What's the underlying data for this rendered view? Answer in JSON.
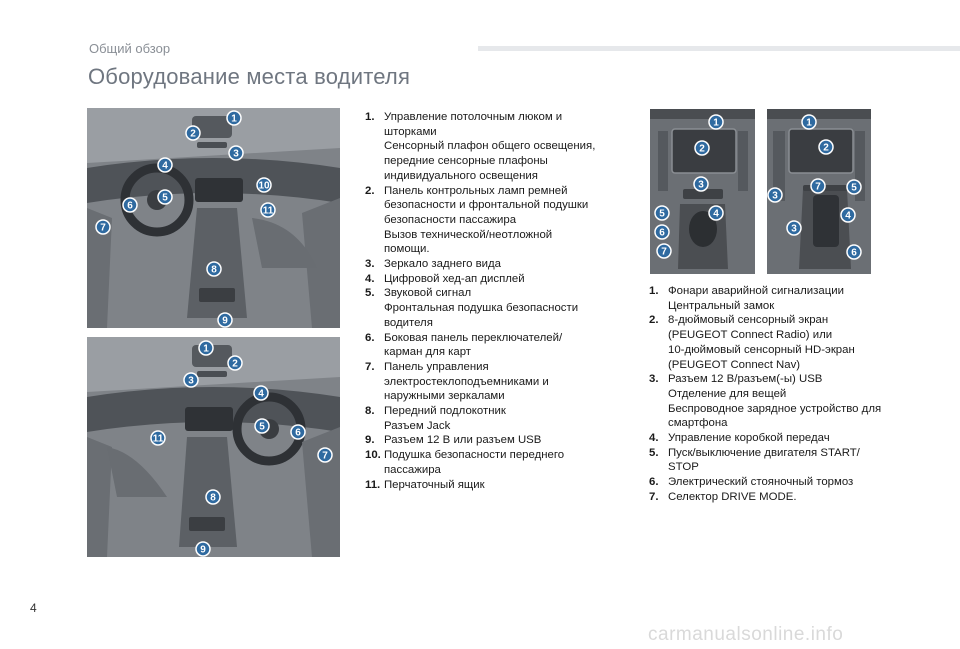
{
  "header": {
    "section": "Общий обзор",
    "title": "Оборудование места водителя"
  },
  "page_number": "4",
  "watermark": "carmanualsonline.info",
  "marker_color": "#2f6aa0",
  "images": {
    "cabin_lhd": {
      "markers": [
        "1",
        "2",
        "3",
        "4",
        "5",
        "6",
        "7",
        "8",
        "9",
        "10",
        "11"
      ]
    },
    "cabin_rhd": {
      "markers": [
        "1",
        "2",
        "3",
        "4",
        "5",
        "6",
        "7",
        "8",
        "9",
        "11"
      ]
    },
    "console_a": {
      "markers": [
        "1",
        "2",
        "3",
        "4",
        "5",
        "6",
        "7"
      ]
    },
    "console_b": {
      "markers": [
        "1",
        "2",
        "3",
        "4",
        "5",
        "6",
        "7"
      ]
    }
  },
  "list_left": [
    {
      "num": "1.",
      "lines": [
        "Управление потолочным люком и",
        "шторками",
        "Сенсорный плафон общего освещения,",
        "передние сенсорные плафоны",
        "индивидуального освещения"
      ]
    },
    {
      "num": "2.",
      "lines": [
        "Панель контрольных ламп ремней",
        "безопасности и фронтальной подушки",
        "безопасности пассажира",
        "Вызов технической/неотложной",
        "помощи."
      ]
    },
    {
      "num": "3.",
      "lines": [
        "Зеркало заднего вида"
      ]
    },
    {
      "num": "4.",
      "lines": [
        "Цифровой хед-ап дисплей"
      ]
    },
    {
      "num": "5.",
      "lines": [
        "Звуковой сигнал",
        "Фронтальная подушка безопасности",
        "водителя"
      ]
    },
    {
      "num": "6.",
      "lines": [
        "Боковая панель переключателей/",
        "карман для карт"
      ]
    },
    {
      "num": "7.",
      "lines": [
        "Панель управления",
        "электростеклоподъемниками и",
        "наружными зеркалами"
      ]
    },
    {
      "num": "8.",
      "lines": [
        "Передний подлокотник",
        "Разъем Jack"
      ]
    },
    {
      "num": "9.",
      "lines": [
        "Разъем 12 В или разъем USB"
      ]
    },
    {
      "num": "10.",
      "lines": [
        "Подушка безопасности переднего",
        "пассажира"
      ]
    },
    {
      "num": "11.",
      "lines": [
        "Перчаточный ящик"
      ]
    }
  ],
  "list_right": [
    {
      "num": "1.",
      "lines": [
        "Фонари аварийной сигнализации",
        "Центральный замок"
      ]
    },
    {
      "num": "2.",
      "lines": [
        "8-дюймовый сенсорный экран",
        "(PEUGEOT Connect Radio) или",
        "10-дюймовый сенсорный HD-экран",
        "(PEUGEOT Connect Nav)"
      ]
    },
    {
      "num": "3.",
      "lines": [
        "Разъем 12 В/разъем(-ы) USB",
        "Отделение для вещей",
        "Беспроводное зарядное устройство для",
        "смартфона"
      ]
    },
    {
      "num": "4.",
      "lines": [
        "Управление коробкой передач"
      ]
    },
    {
      "num": "5.",
      "lines": [
        "Пуск/выключение двигателя START/",
        "STOP"
      ]
    },
    {
      "num": "6.",
      "lines": [
        "Электрический стояночный тормоз"
      ]
    },
    {
      "num": "7.",
      "lines": [
        "Селектор DRIVE MODE."
      ]
    }
  ]
}
